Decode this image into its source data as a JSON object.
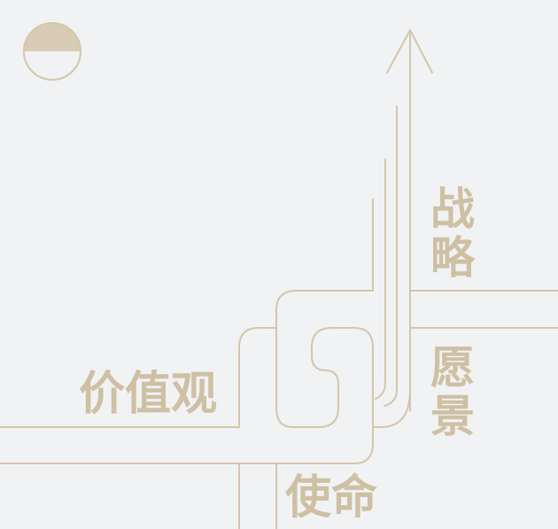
{
  "diagram": {
    "labels": {
      "strategy_line1": "战",
      "strategy_line2": "略",
      "vision_line1": "愿",
      "vision_line2": "景",
      "values": "价值观",
      "mission": "使命"
    },
    "colors": {
      "background": "#f1f2f4",
      "line": "#d4c6ab",
      "text": "#cec0a3",
      "circle_fill": "#d8cdb4"
    }
  }
}
